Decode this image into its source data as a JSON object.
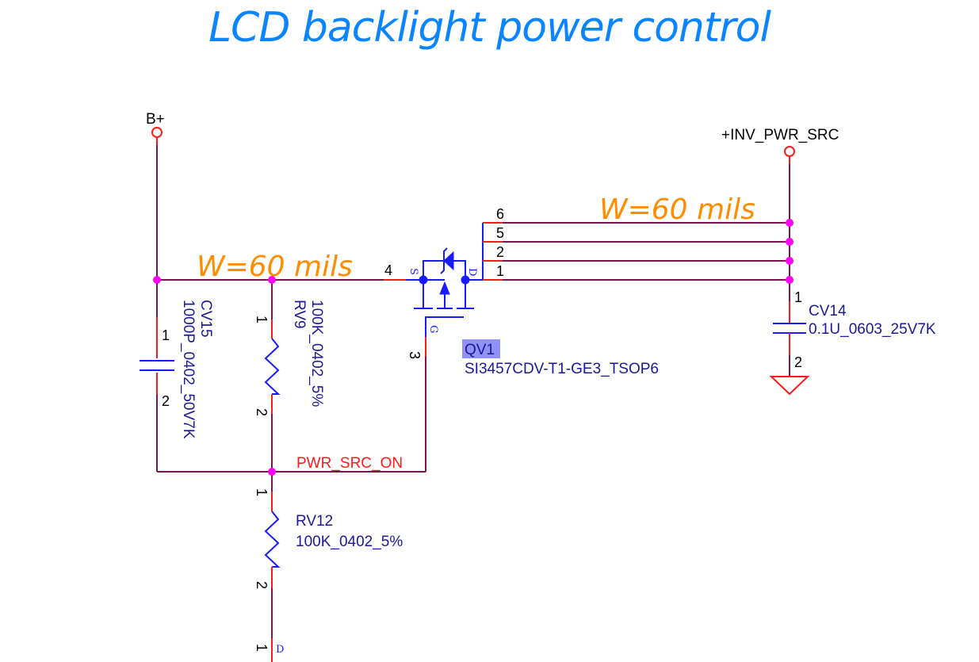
{
  "title": "LCD backlight power control",
  "colors": {
    "title": "#0a84ff",
    "wire": "#7b1450",
    "pin": "#ff1a1a",
    "symbol": "#1a1aff",
    "junction": "#ff00ff",
    "annotation": "#ff8c00",
    "part_text": "#1a1a99",
    "net_label": "#ff1a1a",
    "ref_highlight": "#8f93f5"
  },
  "power_ports": {
    "b_plus": "B+",
    "inv_pwr_src": "+INV_PWR_SRC"
  },
  "annotations": {
    "width_left": "W=60 mils",
    "width_right": "W=60 mils"
  },
  "net_labels": {
    "pwr_src_on": "PWR_SRC_ON"
  },
  "components": {
    "cv15": {
      "ref": "CV15",
      "value": "1000P_0402_50V7K",
      "pin1": "1",
      "pin2": "2"
    },
    "rv9": {
      "ref": "RV9",
      "value": "100K_0402_5%",
      "pin1": "1",
      "pin2": "2"
    },
    "rv12": {
      "ref": "RV12",
      "value": "100K_0402_5%",
      "pin1": "1",
      "pin2": "2"
    },
    "cv14": {
      "ref": "CV14",
      "value": "0.1U_0603_25V7K",
      "pin1": "1",
      "pin2": "2"
    },
    "qv1": {
      "ref": "QV1",
      "value": "SI3457CDV-T1-GE3_TSOP6",
      "source_label": "S",
      "drain_label": "D",
      "gate_label": "G",
      "source_pin": "4",
      "gate_pin": "3",
      "drain_pins": [
        "6",
        "5",
        "2",
        "1"
      ]
    },
    "bottom_part": {
      "pin1": "1",
      "pin_label": "D"
    }
  }
}
